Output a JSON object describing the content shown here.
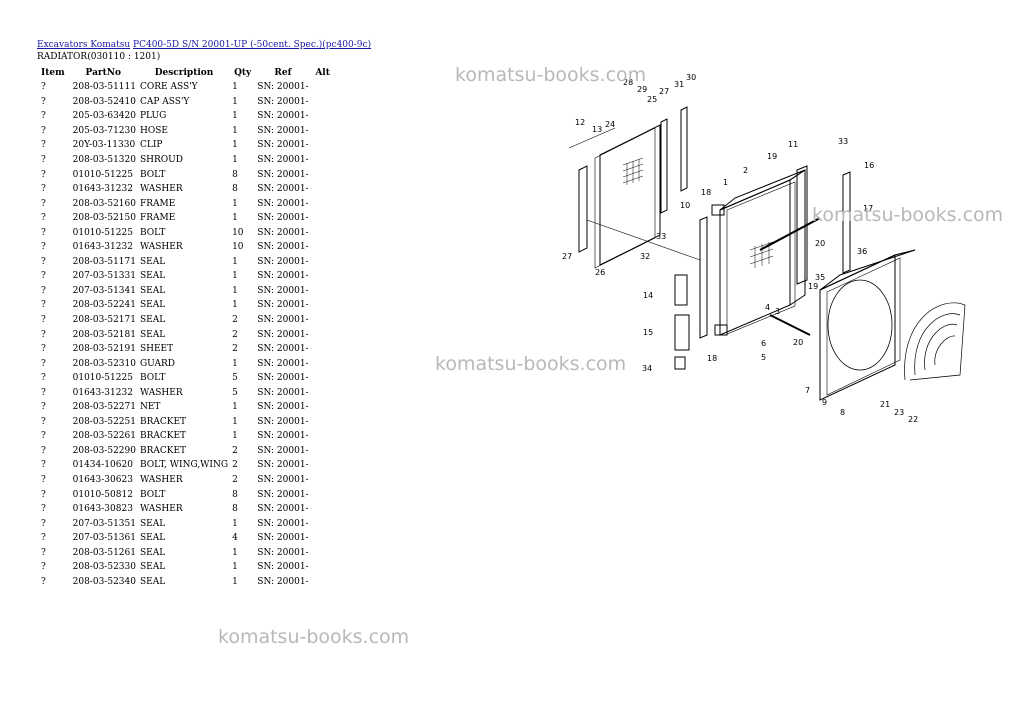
{
  "breadcrumb": {
    "category": "Excavators Komatsu",
    "model": "PC400-5D S/N 20001-UP (-50cent. Spec.)(pc400-9c)"
  },
  "page_title": "RADIATOR(030110 : 1201)",
  "table": {
    "headers": [
      "Item",
      "PartNo",
      "Description",
      "Qty",
      "Ref",
      "Alt"
    ],
    "rows": [
      [
        "?",
        "208-03-51111",
        "CORE ASS'Y",
        "1",
        "SN: 20001-",
        ""
      ],
      [
        "?",
        "208-03-52410",
        "CAP ASS'Y",
        "1",
        "SN: 20001-",
        ""
      ],
      [
        "?",
        "205-03-63420",
        "PLUG",
        "1",
        "SN: 20001-",
        ""
      ],
      [
        "?",
        "205-03-71230",
        "HOSE",
        "1",
        "SN: 20001-",
        ""
      ],
      [
        "?",
        "20Y-03-11330",
        "CLIP",
        "1",
        "SN: 20001-",
        ""
      ],
      [
        "?",
        "208-03-51320",
        "SHROUD",
        "1",
        "SN: 20001-",
        ""
      ],
      [
        "?",
        "01010-51225",
        "BOLT",
        "8",
        "SN: 20001-",
        ""
      ],
      [
        "?",
        "01643-31232",
        "WASHER",
        "8",
        "SN: 20001-",
        ""
      ],
      [
        "?",
        "208-03-52160",
        "FRAME",
        "1",
        "SN: 20001-",
        ""
      ],
      [
        "?",
        "208-03-52150",
        "FRAME",
        "1",
        "SN: 20001-",
        ""
      ],
      [
        "?",
        "01010-51225",
        "BOLT",
        "10",
        "SN: 20001-",
        ""
      ],
      [
        "?",
        "01643-31232",
        "WASHER",
        "10",
        "SN: 20001-",
        ""
      ],
      [
        "?",
        "208-03-51171",
        "SEAL",
        "1",
        "SN: 20001-",
        ""
      ],
      [
        "?",
        "207-03-51331",
        "SEAL",
        "1",
        "SN: 20001-",
        ""
      ],
      [
        "?",
        "207-03-51341",
        "SEAL",
        "1",
        "SN: 20001-",
        ""
      ],
      [
        "?",
        "208-03-52241",
        "SEAL",
        "1",
        "SN: 20001-",
        ""
      ],
      [
        "?",
        "208-03-52171",
        "SEAL",
        "2",
        "SN: 20001-",
        ""
      ],
      [
        "?",
        "208-03-52181",
        "SEAL",
        "2",
        "SN: 20001-",
        ""
      ],
      [
        "?",
        "208-03-52191",
        "SHEET",
        "2",
        "SN: 20001-",
        ""
      ],
      [
        "?",
        "208-03-52310",
        "GUARD",
        "1",
        "SN: 20001-",
        ""
      ],
      [
        "?",
        "01010-51225",
        "BOLT",
        "5",
        "SN: 20001-",
        ""
      ],
      [
        "?",
        "01643-31232",
        "WASHER",
        "5",
        "SN: 20001-",
        ""
      ],
      [
        "?",
        "208-03-52271",
        "NET",
        "1",
        "SN: 20001-",
        ""
      ],
      [
        "?",
        "208-03-52251",
        "BRACKET",
        "1",
        "SN: 20001-",
        ""
      ],
      [
        "?",
        "208-03-52261",
        "BRACKET",
        "1",
        "SN: 20001-",
        ""
      ],
      [
        "?",
        "208-03-52290",
        "BRACKET",
        "2",
        "SN: 20001-",
        ""
      ],
      [
        "?",
        "01434-10620",
        "BOLT, WING,WING",
        "2",
        "SN: 20001-",
        ""
      ],
      [
        "?",
        "01643-30623",
        "WASHER",
        "2",
        "SN: 20001-",
        ""
      ],
      [
        "?",
        "01010-50812",
        "BOLT",
        "8",
        "SN: 20001-",
        ""
      ],
      [
        "?",
        "01643-30823",
        "WASHER",
        "8",
        "SN: 20001-",
        ""
      ],
      [
        "?",
        "207-03-51351",
        "SEAL",
        "1",
        "SN: 20001-",
        ""
      ],
      [
        "?",
        "207-03-51361",
        "SEAL",
        "4",
        "SN: 20001-",
        ""
      ],
      [
        "?",
        "208-03-51261",
        "SEAL",
        "1",
        "SN: 20001-",
        ""
      ],
      [
        "?",
        "208-03-52330",
        "SEAL",
        "1",
        "SN: 20001-",
        ""
      ],
      [
        "?",
        "208-03-52340",
        "SEAL",
        "1",
        "SN: 20001-",
        ""
      ]
    ]
  },
  "watermarks": [
    "komatsu-books.com",
    "komatsu-books.com",
    "komatsu-books.com",
    "komatsu-books.com"
  ],
  "diagram_callouts": [
    "1",
    "2",
    "3",
    "4",
    "5",
    "6",
    "7",
    "8",
    "9",
    "10",
    "11",
    "12",
    "13",
    "14",
    "15",
    "16",
    "17",
    "18",
    "18",
    "19",
    "19",
    "20",
    "20",
    "21",
    "22",
    "23",
    "24",
    "25",
    "26",
    "27",
    "27",
    "28",
    "29",
    "30",
    "31",
    "32",
    "33",
    "33",
    "34",
    "35",
    "36"
  ]
}
